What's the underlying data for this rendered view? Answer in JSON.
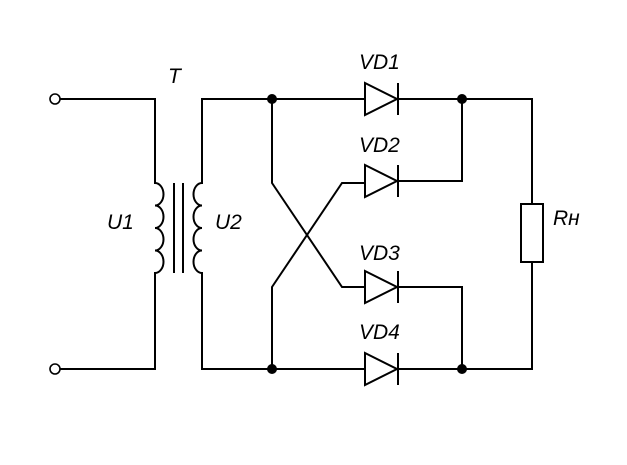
{
  "labels": {
    "transformer": "T",
    "primary_voltage": "U1",
    "secondary_voltage": "U2",
    "diode_1": "VD1",
    "diode_2": "VD2",
    "diode_3": "VD3",
    "diode_4": "VD4",
    "load_resistor": "Rн"
  },
  "colors": {
    "line": "#000000",
    "background": "#ffffff"
  }
}
